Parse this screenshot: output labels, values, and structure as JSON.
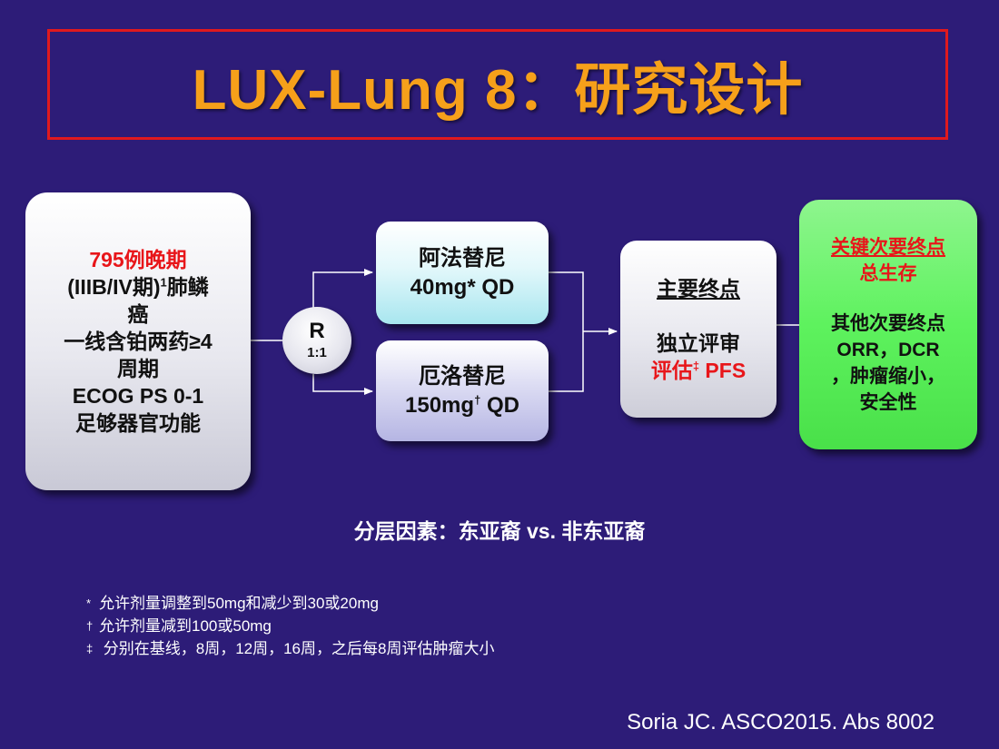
{
  "title": "LUX-Lung 8：研究设计",
  "population": {
    "line1": "795例晚期",
    "line2_main": "(IIIB/IV期)",
    "line2_sup": "1",
    "line2_end": "肺鳞",
    "line3": "癌",
    "line4": "一线含铂两药≥4",
    "line5": "周期",
    "line6": "ECOG PS 0-1",
    "line7": "足够器官功能"
  },
  "randomization": {
    "letter": "R",
    "ratio": "1:1"
  },
  "arm_afatinib": {
    "name": "阿法替尼",
    "dose": "40mg* QD"
  },
  "arm_erlotinib": {
    "name": "厄洛替尼",
    "dose_main": "150mg",
    "dose_sup": "†",
    "dose_end": " QD"
  },
  "primary_endpoint": {
    "heading": "主要终点",
    "line1": "独立评审",
    "line2_red": "评估",
    "line2_sup": "‡",
    "line2_end": " PFS"
  },
  "secondary_endpoints": {
    "key_heading": "关键次要终点",
    "key_value": "总生存",
    "other_heading": "其他次要终点",
    "line1": "ORR，DCR",
    "line2": "，肿瘤缩小，",
    "line3": "安全性"
  },
  "stratification": "分层因素：东亚裔 vs. 非东亚裔",
  "footnotes": [
    {
      "symbol": "*",
      "text": "允许剂量调整到50mg和减少到30或20mg"
    },
    {
      "symbol": "†",
      "text": "允许剂量减到100或50mg"
    },
    {
      "symbol": "‡",
      "text": "分别在基线，8周，12周，16周，之后每8周评估肿瘤大小"
    }
  ],
  "citation": "Soria JC. ASCO2015. Abs 8002",
  "colors": {
    "background": "#2d1c78",
    "title": "#f6a01a",
    "title_border": "#e0191e",
    "highlight_red": "#e8161a",
    "secondary_green": "#5ef25e"
  }
}
